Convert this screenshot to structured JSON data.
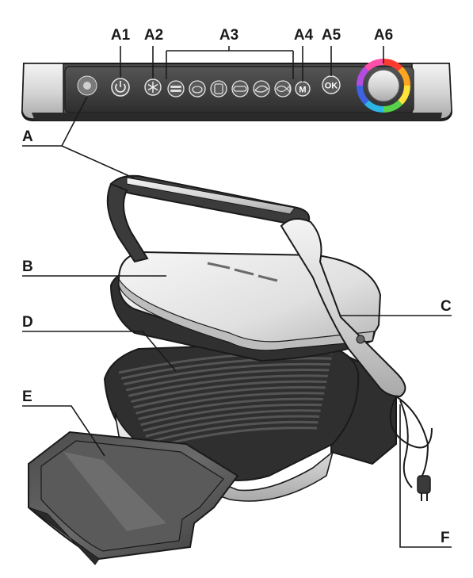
{
  "labels": {
    "A1": "A1",
    "A2": "A2",
    "A3": "A3",
    "A4": "A4",
    "A5": "A5",
    "A6": "A6",
    "A": "A",
    "B": "B",
    "C": "C",
    "D": "D",
    "E": "E",
    "F": "F"
  },
  "panel": {
    "mode_button": "M",
    "ok_button": "OK"
  },
  "colors": {
    "outline": "#1a1a1a",
    "panel_dark": "#3a3a3a",
    "metal": "#d8d8d8",
    "plate": "#3b3b3b",
    "ring": [
      "#ff3b2f",
      "#ffa51f",
      "#ffe23a",
      "#56d34a",
      "#2bb6e6",
      "#3d63e0",
      "#b44ce0",
      "#ff4fa8"
    ]
  }
}
